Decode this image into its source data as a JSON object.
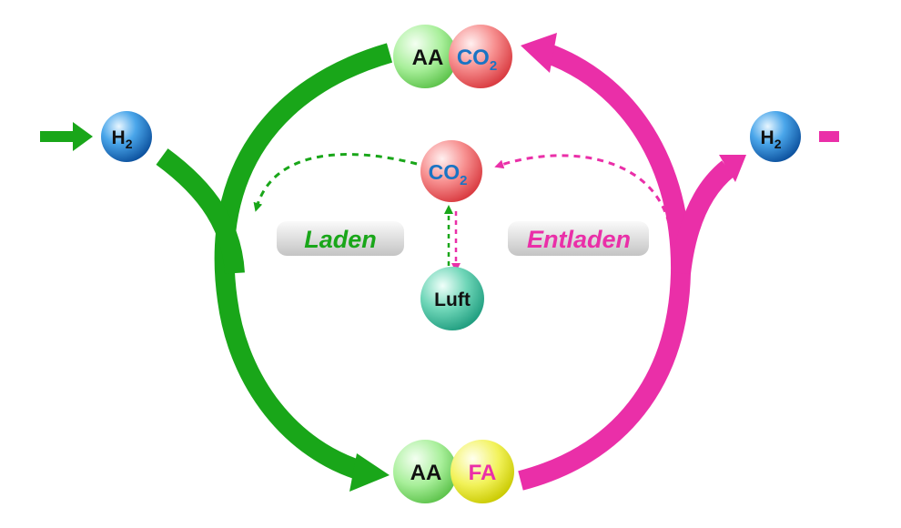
{
  "colors": {
    "charge": "#19a619",
    "discharge": "#ea2fa8",
    "text_dark": "#111111",
    "text_blue": "#1a74c4"
  },
  "nodes": {
    "top_aa": "AA",
    "top_co2": "CO",
    "top_co2_sub": "2",
    "bottom_aa": "AA",
    "bottom_fa": "FA",
    "center_co2": "CO",
    "center_co2_sub": "2",
    "air": "Luft",
    "h2_in": "H",
    "h2_in_sub": "2",
    "h2_out": "H",
    "h2_out_sub": "2"
  },
  "labels": {
    "charge": "Laden",
    "discharge": "Entladen"
  }
}
